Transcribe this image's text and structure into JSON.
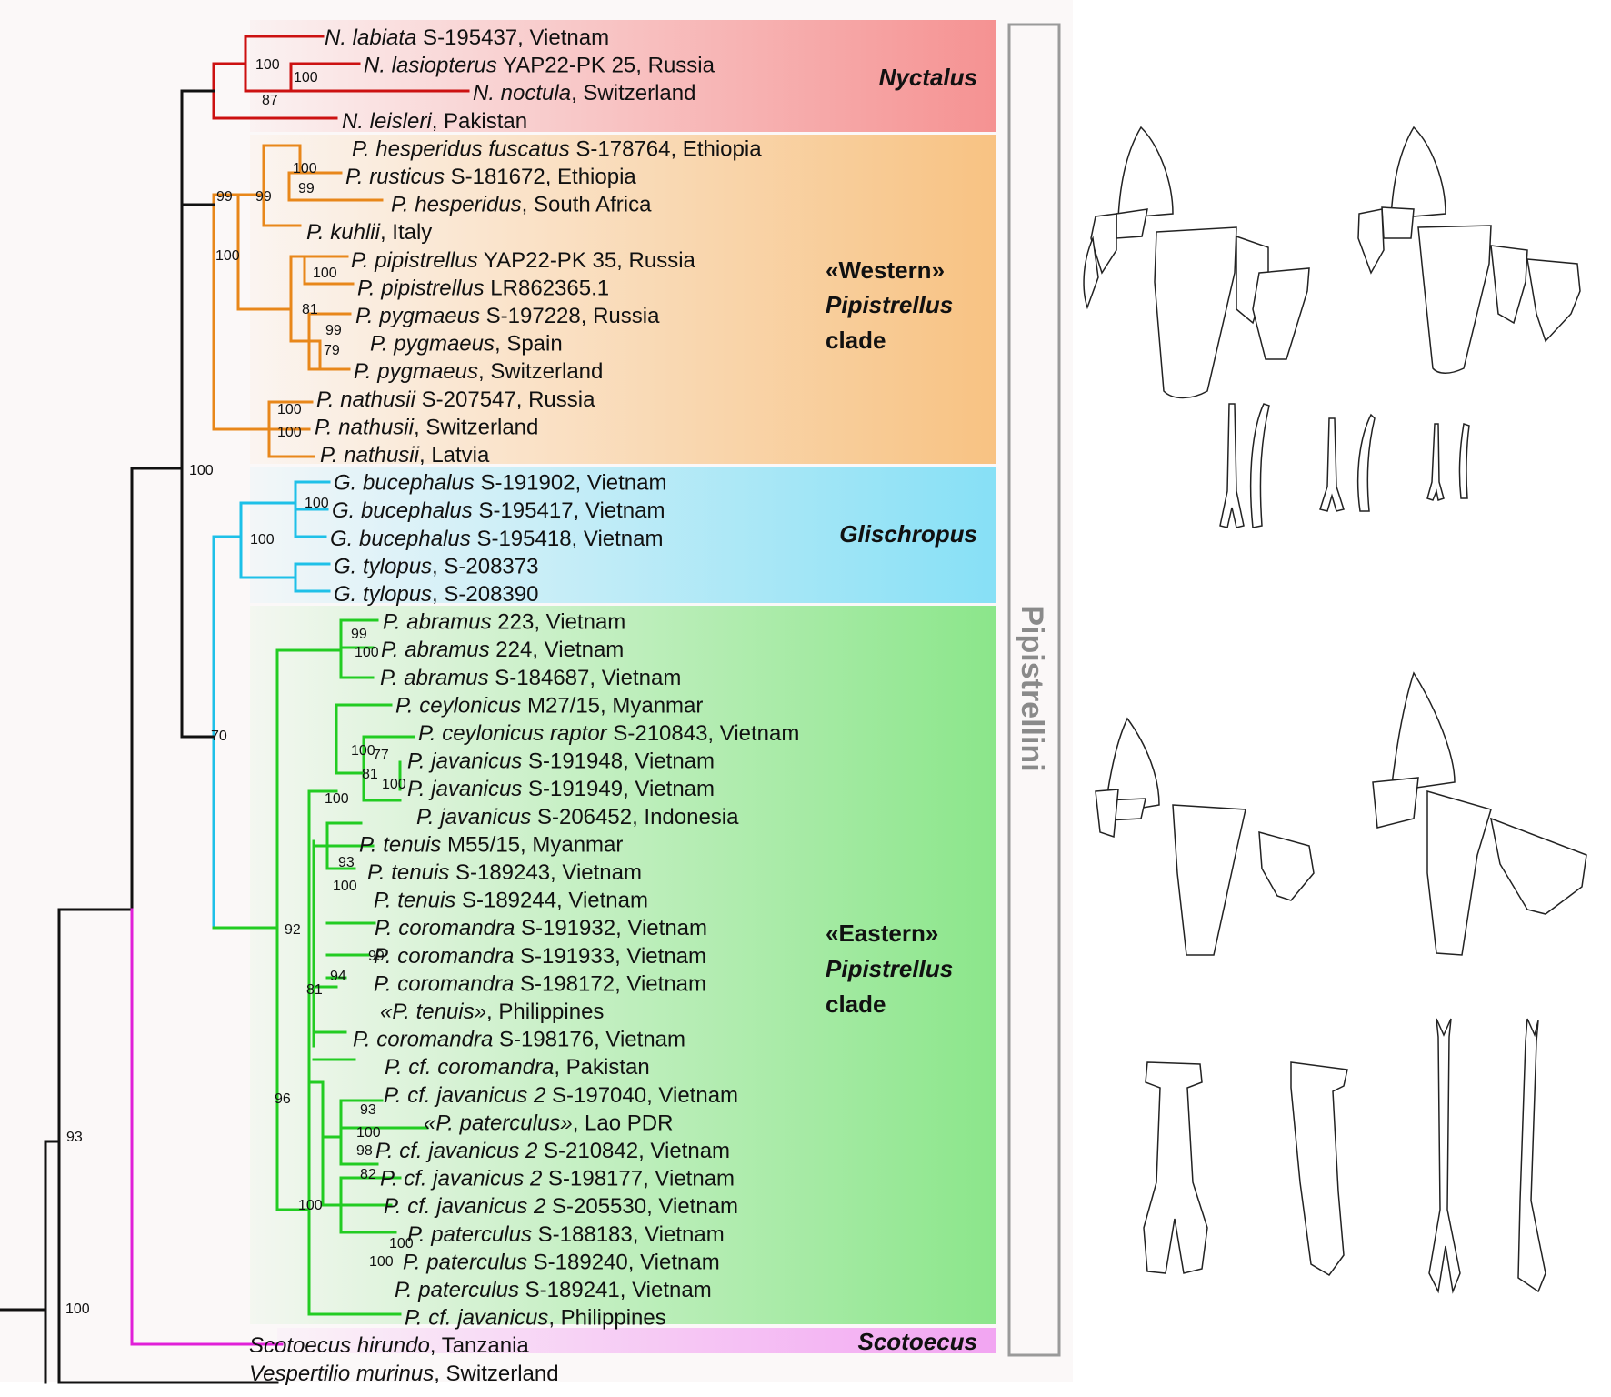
{
  "colors": {
    "nyctalus": "#cc1111",
    "western": "#e8871a",
    "glischropus": "#1ec0e8",
    "eastern": "#22cc22",
    "scotoecus": "#e020d8",
    "black": "#111111",
    "tribe_frame": "#9a9a9a"
  },
  "clades": [
    {
      "name": "nyctalus",
      "lines": [
        {
          "text": "Nyctalus",
          "italic": true
        }
      ]
    },
    {
      "name": "western",
      "lines": [
        {
          "text": "«Western»",
          "italic": false
        },
        {
          "text": "Pipistrellus",
          "italic": true
        },
        {
          "text": "clade",
          "italic": false
        }
      ]
    },
    {
      "name": "glischropus",
      "lines": [
        {
          "text": "Glischropus",
          "italic": true
        }
      ]
    },
    {
      "name": "eastern",
      "lines": [
        {
          "text": "«Eastern»",
          "italic": false
        },
        {
          "text": "Pipistrellus",
          "italic": true
        },
        {
          "text": "clade",
          "italic": false
        }
      ]
    },
    {
      "name": "scotoecus",
      "lines": [
        {
          "text": "Scotoecus",
          "italic": true
        }
      ]
    }
  ],
  "tribe_label": "Pipistrellini",
  "tips": [
    {
      "sp": "N. labiata",
      "rest": " S-195437, Vietnam"
    },
    {
      "sp": "N. lasiopterus",
      "rest": " YAP22-PK 25, Russia"
    },
    {
      "sp": "N. noctula",
      "rest": ", Switzerland"
    },
    {
      "sp": "N. leisleri",
      "rest": ", Pakistan"
    },
    {
      "sp": "P. hesperidus fuscatus",
      "rest": " S-178764, Ethiopia"
    },
    {
      "sp": "P. rusticus",
      "rest": " S-181672, Ethiopia"
    },
    {
      "sp": "P. hesperidus",
      "rest": ", South Africa"
    },
    {
      "sp": "P. kuhlii",
      "rest": ", Italy"
    },
    {
      "sp": "P. pipistrellus",
      "rest": " YAP22-PK 35, Russia"
    },
    {
      "sp": "P. pipistrellus",
      "rest": " LR862365.1"
    },
    {
      "sp": "P. pygmaeus",
      "rest": " S-197228, Russia"
    },
    {
      "sp": "P. pygmaeus",
      "rest": ", Spain"
    },
    {
      "sp": "P. pygmaeus",
      "rest": ", Switzerland"
    },
    {
      "sp": "P. nathusii",
      "rest": " S-207547, Russia"
    },
    {
      "sp": "P. nathusii",
      "rest": ", Switzerland"
    },
    {
      "sp": "P. nathusii",
      "rest": ", Latvia"
    },
    {
      "sp": "G. bucephalus",
      "rest": " S-191902, Vietnam"
    },
    {
      "sp": "G. bucephalus",
      "rest": " S-195417, Vietnam"
    },
    {
      "sp": "G. bucephalus",
      "rest": " S-195418, Vietnam"
    },
    {
      "sp": "G. tylopus",
      "rest": ", S-208373"
    },
    {
      "sp": "G. tylopus",
      "rest": ", S-208390"
    },
    {
      "sp": "P. abramus",
      "rest": " 223, Vietnam"
    },
    {
      "sp": "P. abramus",
      "rest": " 224, Vietnam"
    },
    {
      "sp": "P. abramus",
      "rest": " S-184687, Vietnam"
    },
    {
      "sp": "P. ceylonicus",
      "rest": " M27/15, Myanmar"
    },
    {
      "sp": "P. ceylonicus raptor",
      "rest": " S-210843, Vietnam"
    },
    {
      "sp": "P. javanicus",
      "rest": " S-191948, Vietnam"
    },
    {
      "sp": "P. javanicus",
      "rest": " S-191949, Vietnam"
    },
    {
      "sp": "P. javanicus",
      "rest": " S-206452, Indonesia"
    },
    {
      "sp": "P. tenuis",
      "rest": " M55/15, Myanmar"
    },
    {
      "sp": "P. tenuis",
      "rest": " S-189243, Vietnam"
    },
    {
      "sp": "P. tenuis",
      "rest": " S-189244, Vietnam"
    },
    {
      "sp": "P. coromandra",
      "rest": " S-191932, Vietnam"
    },
    {
      "sp": "P. coromandra",
      "rest": " S-191933, Vietnam"
    },
    {
      "sp": "P. coromandra",
      "rest": " S-198172, Vietnam"
    },
    {
      "sp": "«P. tenuis»",
      "rest": ", Philippines"
    },
    {
      "sp": "P. coromandra",
      "rest": " S-198176, Vietnam"
    },
    {
      "sp": "P. cf. coromandra",
      "rest": ", Pakistan"
    },
    {
      "sp": "P. cf. javanicus 2",
      "rest": " S-197040, Vietnam"
    },
    {
      "sp": "«P. paterculus»",
      "rest": ", Lao PDR"
    },
    {
      "sp": "P. cf. javanicus 2",
      "rest": " S-210842, Vietnam"
    },
    {
      "sp": "P. cf. javanicus 2",
      "rest": " S-198177, Vietnam"
    },
    {
      "sp": "P. cf. javanicus 2",
      "rest": " S-205530, Vietnam"
    },
    {
      "sp": "P. paterculus",
      "rest": " S-188183, Vietnam"
    },
    {
      "sp": "P. paterculus",
      "rest": " S-189240, Vietnam"
    },
    {
      "sp": "P. paterculus",
      "rest": " S-189241, Vietnam"
    },
    {
      "sp": "P. cf. javanicus",
      "rest": ", Philippines"
    },
    {
      "sp": "Scotoecus hirundo",
      "rest": ", Tanzania"
    },
    {
      "sp": "Vespertilio murinus",
      "rest": ", Switzerland"
    }
  ],
  "bootstrap": [
    "100",
    "100",
    "87",
    "100",
    "99",
    "99",
    "99",
    "100",
    "100",
    "81",
    "99",
    "79",
    "100",
    "100",
    "100",
    "100",
    "100",
    "99",
    "100",
    "100",
    "81",
    "77",
    "100",
    "70",
    "100",
    "93",
    "100",
    "92",
    "94",
    "81",
    "99",
    "96",
    "93",
    "100",
    "98",
    "100",
    "82",
    "100",
    "100",
    "93",
    "100"
  ]
}
